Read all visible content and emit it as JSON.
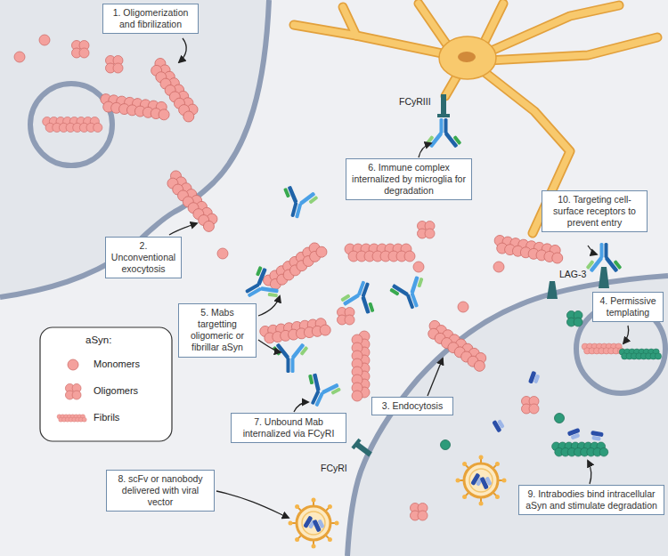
{
  "diagram": {
    "nodes": [
      {
        "text": [
          "1. Oligomerization and fibrilization"
        ]
      },
      {
        "text": [
          "6. Immune complex internalized by microglia for degradation"
        ]
      },
      {
        "text": [
          "10. Targeting cell-surface receptors to prevent entry"
        ]
      },
      {
        "text": [
          "2. Unconventional exocytosis"
        ]
      },
      {
        "text": [
          "4. Permissive templating"
        ]
      },
      {
        "text": [
          "5. Mabs targetting oligomeric or fibrillar aSyn"
        ]
      },
      {
        "text": [
          "3. Endocytosis"
        ]
      },
      {
        "text": [
          "7. Unbound Mab internalized via FCyRI"
        ]
      },
      {
        "text": [
          "9. Intrabodies bind intracellular aSyn and stimulate degradation"
        ]
      },
      {
        "text": [
          "8. scFv or nanobody delivered with viral vector"
        ]
      }
    ],
    "labels": [
      "FCyRIII",
      "LAG-3",
      "FCyRI",
      "aSyn:"
    ],
    "legend": [
      {
        "text": "Monomers"
      },
      {
        "text": "Oligomers"
      },
      {
        "text": "Fibrils"
      }
    ]
  }
}
